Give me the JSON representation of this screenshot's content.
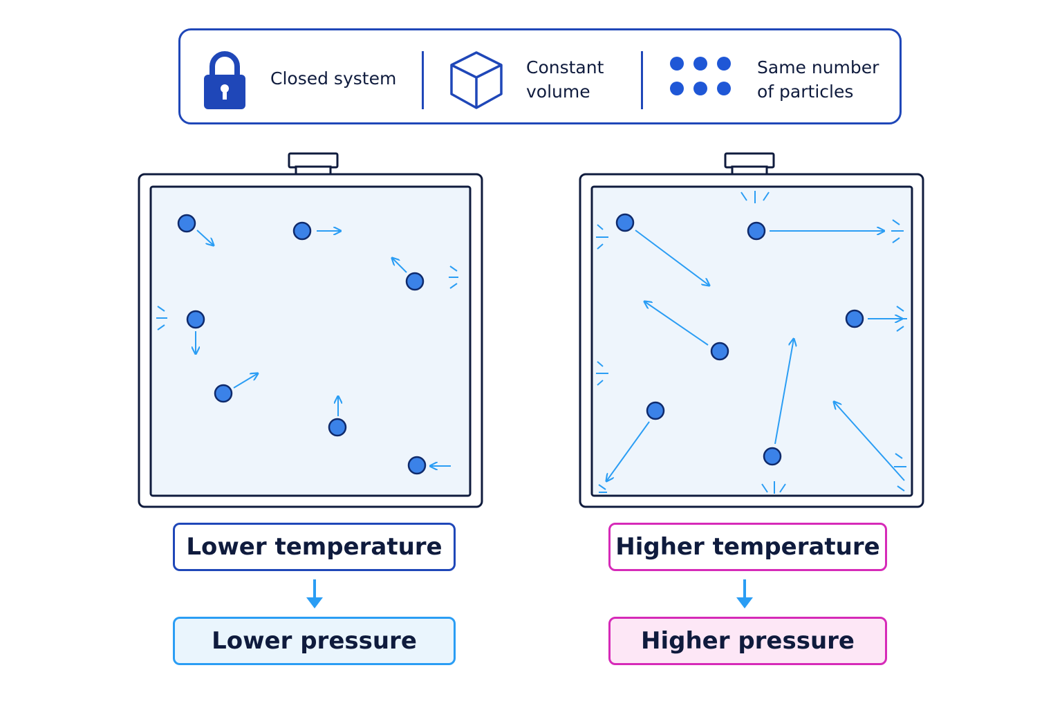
{
  "legend": {
    "items": [
      {
        "label": "Closed system",
        "icon": "lock-icon"
      },
      {
        "label": "Constant\nvolume",
        "icon": "cube-icon"
      },
      {
        "label": "Same number\nof particles",
        "icon": "particles-icon"
      }
    ]
  },
  "left": {
    "temperature": "Lower temperature",
    "pressure": "Lower pressure"
  },
  "right": {
    "temperature": "Higher temperature",
    "pressure": "Higher pressure"
  },
  "colors": {
    "outline": "#1f47b8",
    "particle": "#3b82e8",
    "arrow": "#2a9df4",
    "low_accent": "#2a9df4",
    "high_accent": "#d62ab8",
    "container_fill": "#eef5fc"
  }
}
